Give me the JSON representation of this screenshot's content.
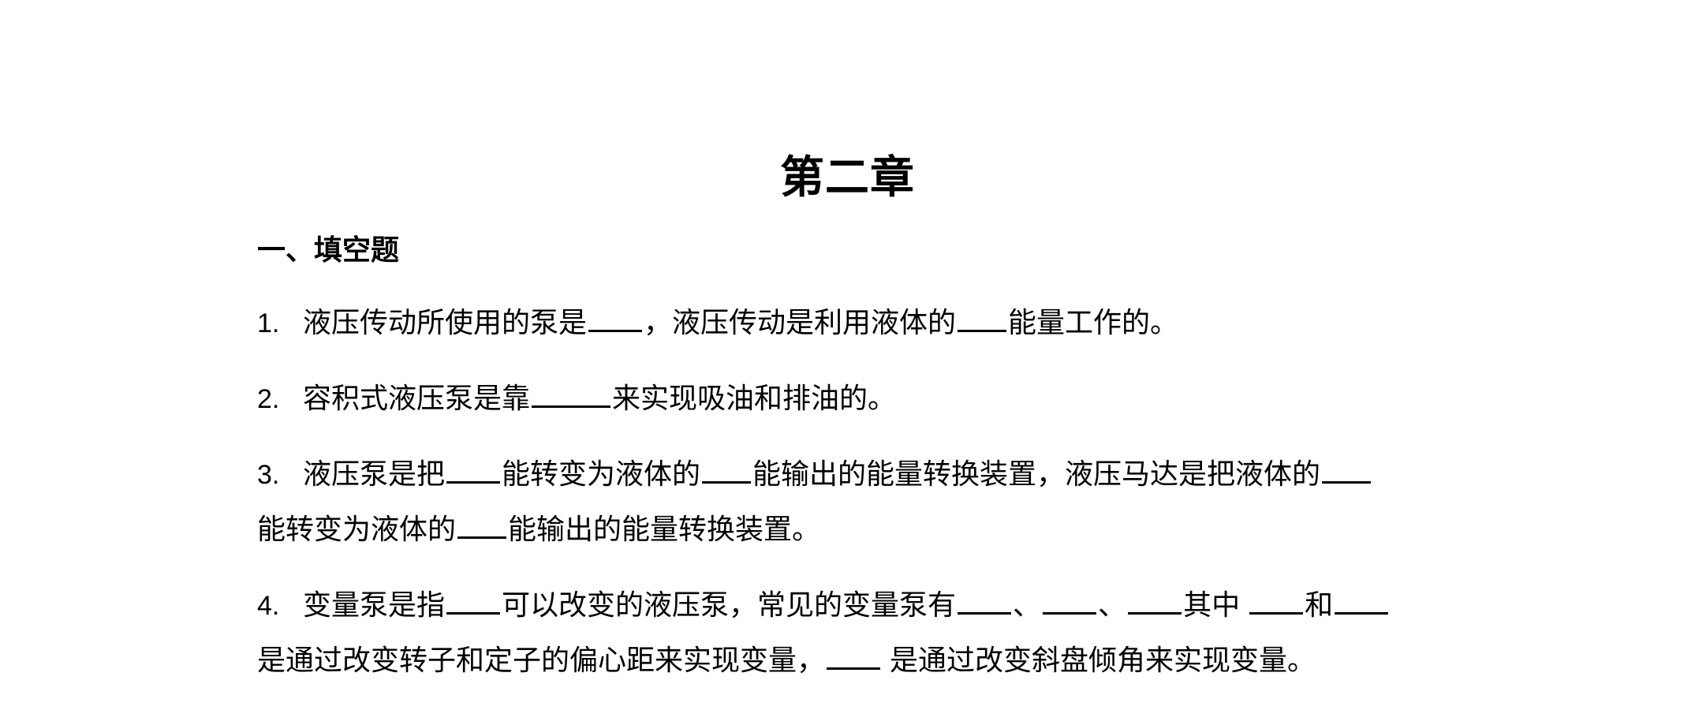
{
  "document": {
    "chapter_title": "第二章",
    "section_title": "一、填空题",
    "q1": {
      "num": "1.",
      "t1": "液压传动所使用的泵是",
      "t2": "，液压传动是利用液体的",
      "t3": "能量工作的。"
    },
    "q2": {
      "num": "2.",
      "t1": "容积式液压泵是靠",
      "t2": "来实现吸油和排油的。"
    },
    "q3": {
      "num": "3.",
      "t1": "液压泵是把",
      "t2": "能转变为液体的",
      "t3": "能输出的能量转换装置，液压马达是把液体的",
      "t4": "能转变为液体的",
      "t5": "能输出的能量转换装置。"
    },
    "q4": {
      "num": "4.",
      "t1": "变量泵是指",
      "t2": "可以改变的液压泵，常见的变量泵有",
      "t3": "、",
      "t4": "、",
      "t5": "其中",
      "t6": "和",
      "t7": "是通过改变转子和定子的偏心距来实现变量，",
      "t8": "是通过改变斜盘倾角来实现变量。"
    }
  }
}
